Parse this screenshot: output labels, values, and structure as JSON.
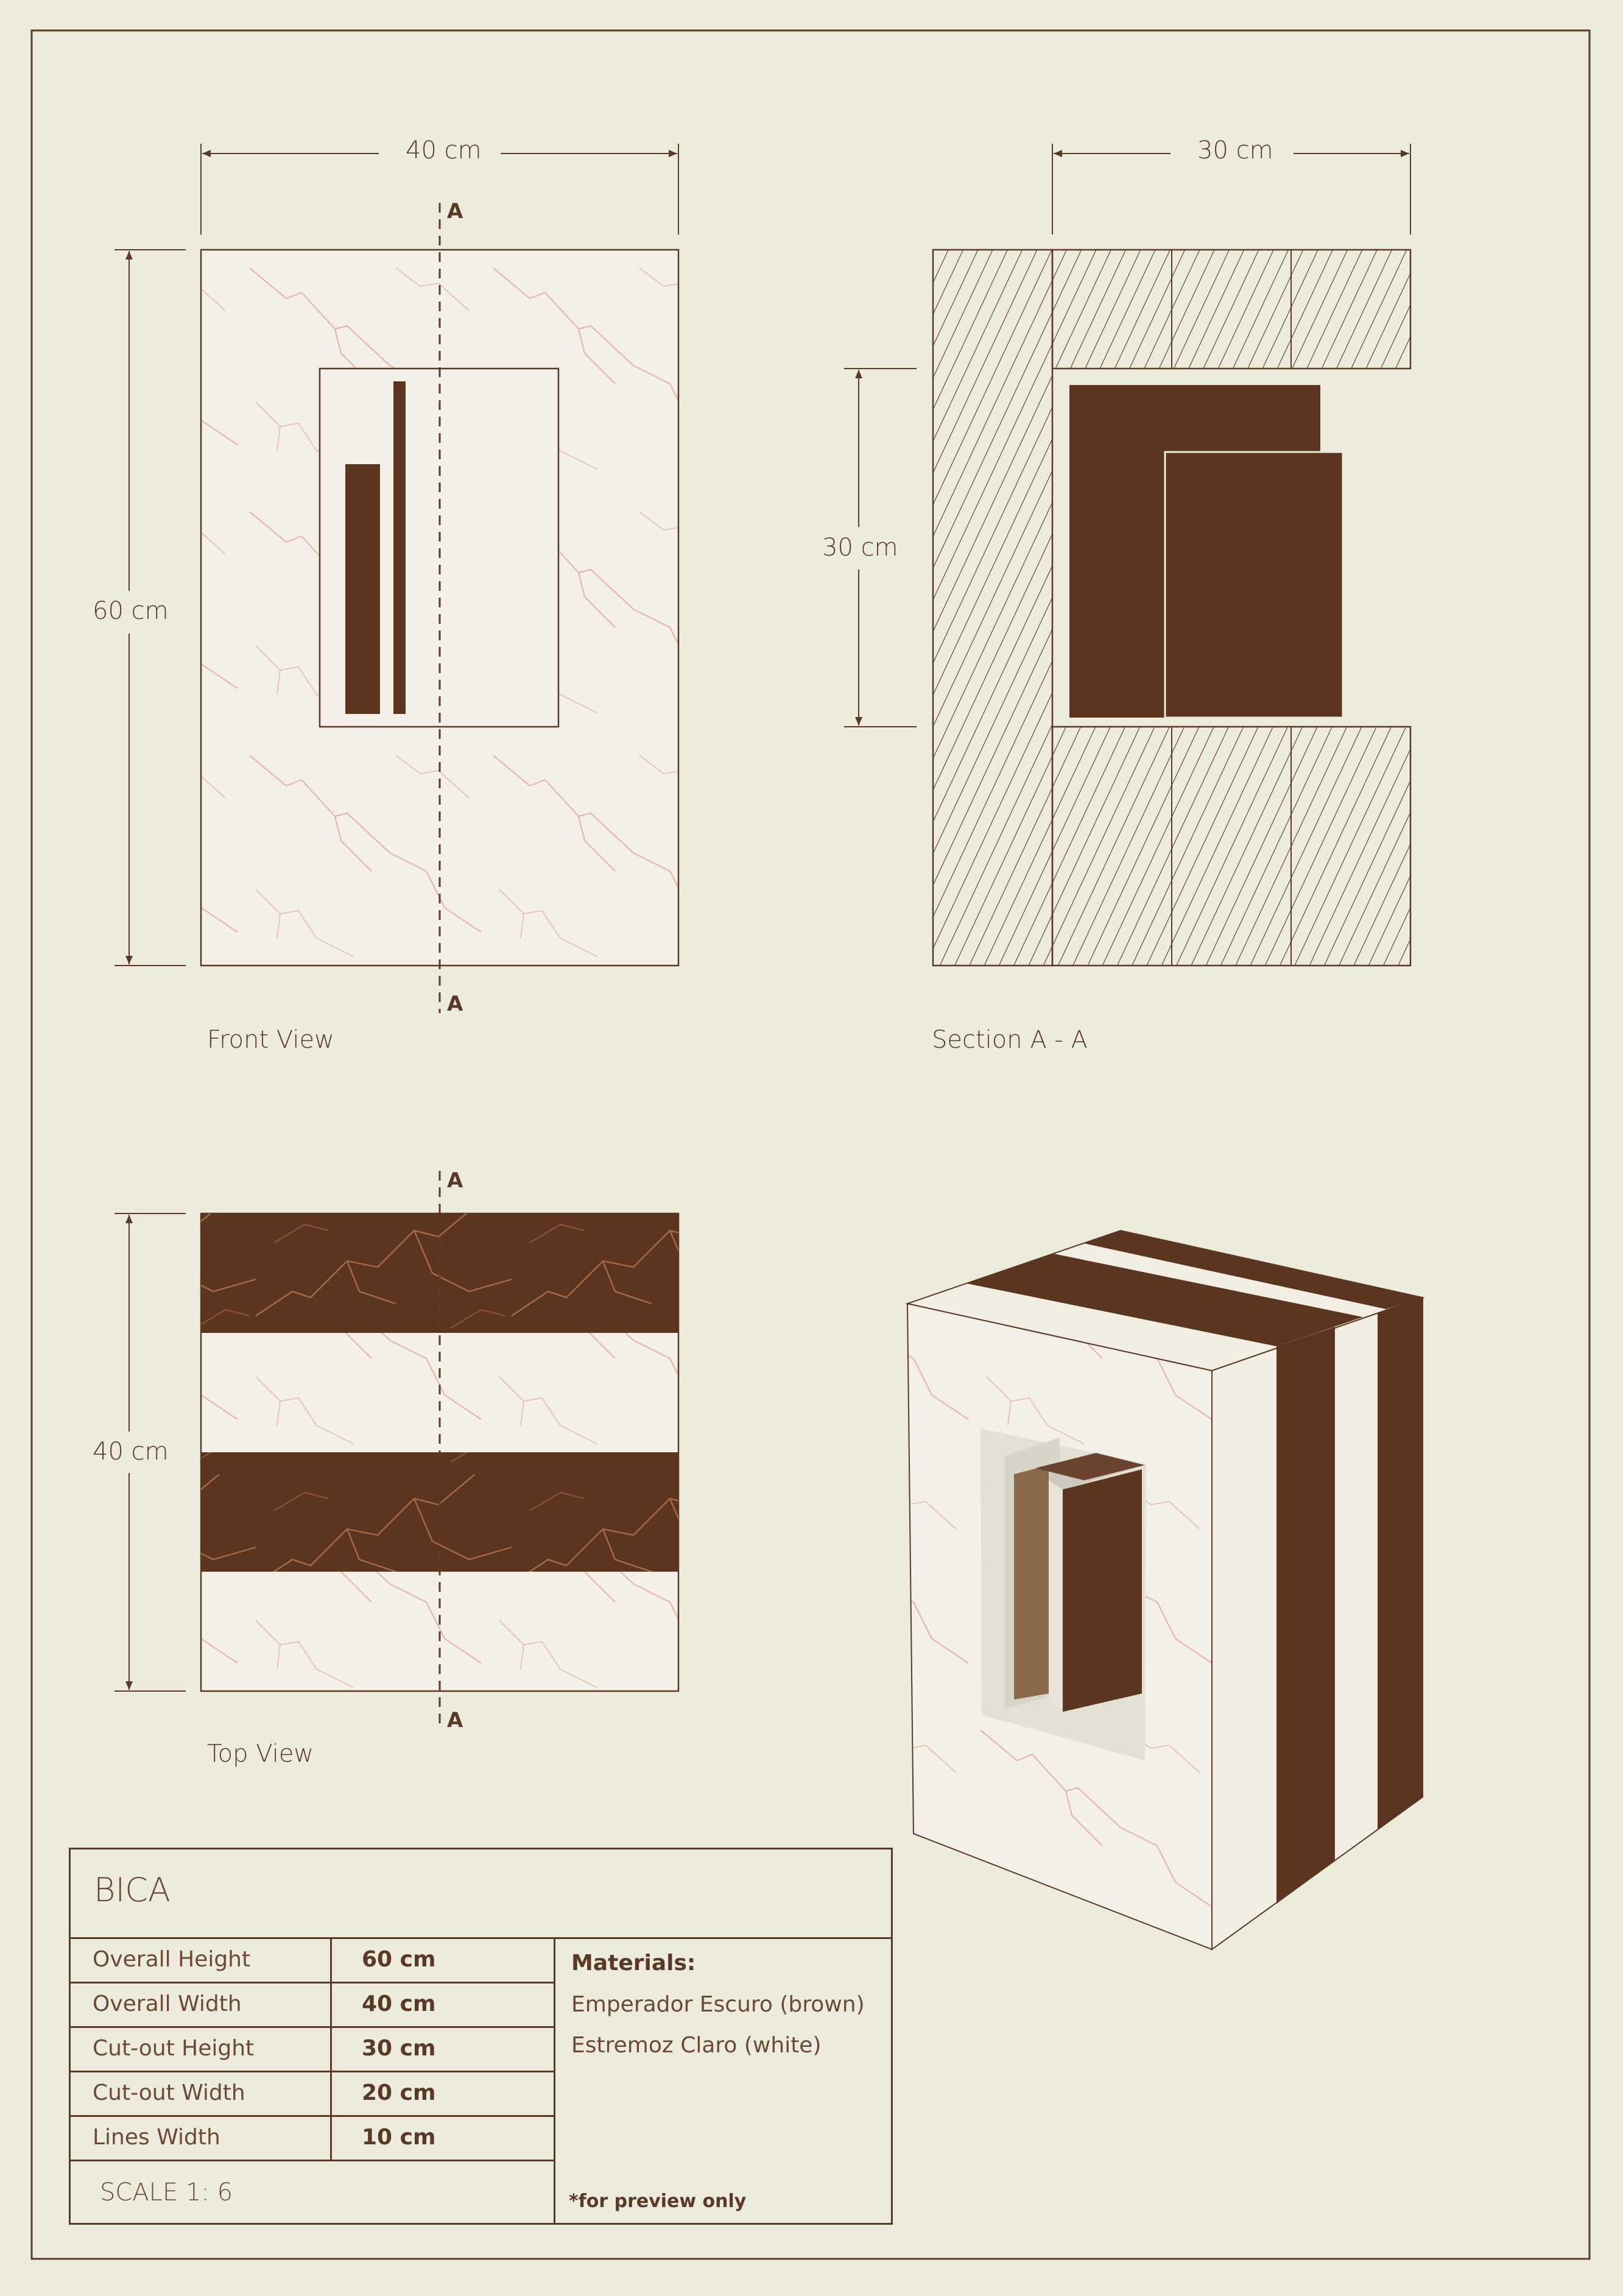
{
  "front_view": {
    "caption": "Front View",
    "width_dim": "40 cm",
    "height_dim": "60 cm",
    "section_mark": "A"
  },
  "section_view": {
    "caption": "Section  A - A",
    "width_dim": "30 cm",
    "cutout_dim": "30 cm"
  },
  "top_view": {
    "caption": "Top View",
    "depth_dim": "40 cm",
    "section_mark": "A"
  },
  "colors": {
    "background": "#ecebdc",
    "line": "#5a3a26",
    "brown_marble": "#5b3520",
    "white_marble": "#f3efe6",
    "vein": "#d9a08c"
  },
  "spec_table": {
    "title": "BICA",
    "rows": [
      {
        "label": "Overall Height",
        "value": "60 cm"
      },
      {
        "label": "Overall Width",
        "value": "40 cm"
      },
      {
        "label": "Cut-out Height",
        "value": "30 cm"
      },
      {
        "label": "Cut-out Width",
        "value": "20 cm"
      },
      {
        "label": "Lines Width",
        "value": "10 cm"
      }
    ],
    "scale": "SCALE 1: 6",
    "materials_heading": "Materials:",
    "materials": [
      "Emperador Escuro (brown)",
      "Estremoz Claro (white)"
    ],
    "note": "*for preview only"
  }
}
